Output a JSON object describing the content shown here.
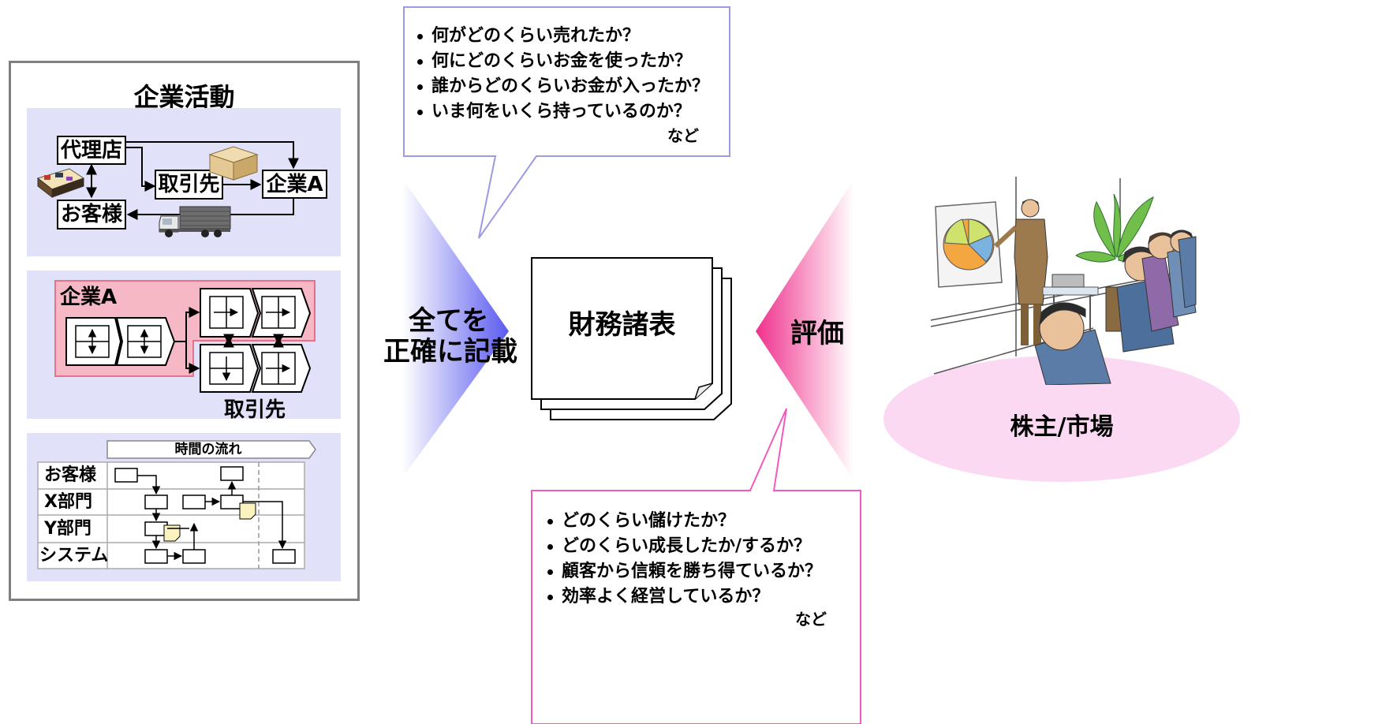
{
  "colors": {
    "panel_fill": "#e1e1f9",
    "company_a_fill": "#f5b8c4",
    "company_a_border": "#e87088",
    "blue_gradient": "#5a5af0",
    "pink_gradient": "#f0308c",
    "market_ellipse": "#fbd9f3",
    "top_bubble_border": "#9a9ae6",
    "bottom_bubble_border": "#f05ac0",
    "memo_fill": "#fbf3bf"
  },
  "left_panel": {
    "title": "企業活動",
    "flow": {
      "agency": "代理店",
      "supplier": "取引先",
      "company": "企業A",
      "customer": "お客様"
    },
    "process": {
      "company_label": "企業A",
      "supplier_label": "取引先"
    },
    "timeline": {
      "header": "時間の流れ",
      "rows": [
        "お客様",
        "X部門",
        "Y部門",
        "システム"
      ]
    }
  },
  "top_bubble": {
    "items": [
      "何がどのくらい売れたか？",
      "何にどのくらいお金を使ったか？",
      "誰からどのくらいお金が入ったか？",
      "いま何をいくら持っているのか？"
    ],
    "suffix": "など"
  },
  "left_arrow_text": [
    "全てを",
    "正確に記載"
  ],
  "center_doc": "財務諸表",
  "right_arrow_text": "評価",
  "market_label": "株主/市場",
  "bottom_bubble": {
    "items": [
      "どのくらい儲けたか？",
      "どのくらい成長したか/するか？",
      "顧客から信頼を勝ち得ているか？",
      "効率よく経営しているか？"
    ],
    "suffix": "など"
  }
}
